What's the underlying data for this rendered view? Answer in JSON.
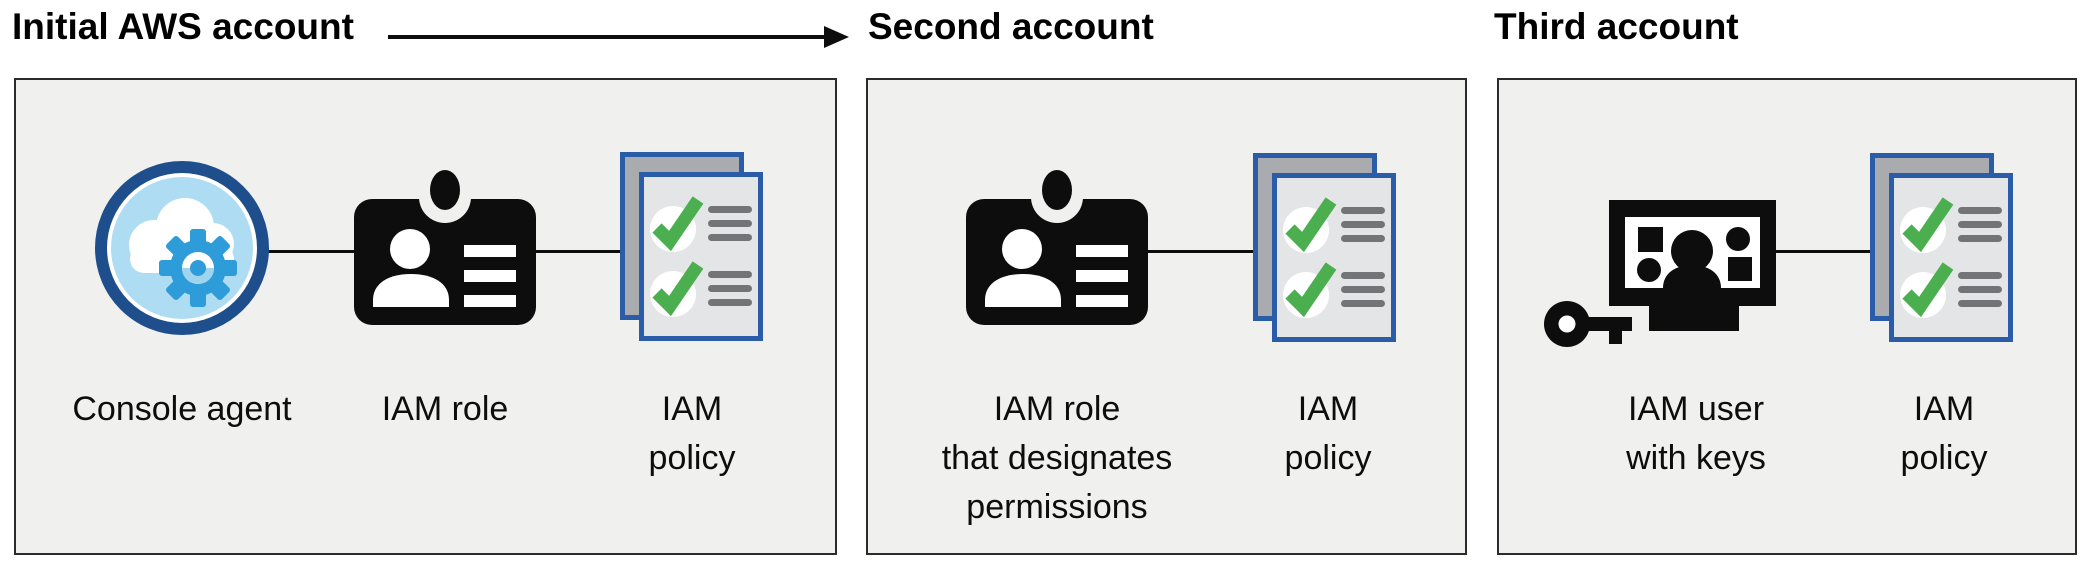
{
  "headings": {
    "first": "Initial AWS account",
    "second": "Second account",
    "third": "Third account"
  },
  "panels": {
    "first": {
      "title": "Initial AWS account",
      "items": {
        "console_agent": {
          "icon": "console-agent-icon",
          "label": "Console agent"
        },
        "iam_role": {
          "icon": "iam-role-icon",
          "label": "IAM role"
        },
        "iam_policy": {
          "icon": "iam-policy-icon",
          "label": "IAM policy"
        }
      }
    },
    "second": {
      "title": "Second account",
      "items": {
        "iam_role": {
          "icon": "iam-role-icon",
          "label": "IAM role\nthat designates\npermissions"
        },
        "iam_policy": {
          "icon": "iam-policy-icon",
          "label": "IAM policy"
        }
      }
    },
    "third": {
      "title": "Third account",
      "items": {
        "iam_user": {
          "icon": "iam-user-keys-icon",
          "label": "IAM user\nwith keys"
        },
        "iam_policy": {
          "icon": "iam-policy-icon",
          "label": "IAM policy"
        }
      }
    }
  },
  "icons": {
    "flow_arrow": "flow-arrow-icon"
  },
  "colors": {
    "panel_background": "#F0F0EF",
    "panel_border": "#2B2B2B",
    "icon_black": "#0D0D0D",
    "console_agent_ring": "#1F4E8C",
    "console_agent_fill": "#AEDCF3",
    "console_agent_gear": "#2D9CD8",
    "policy_border": "#2A5CA8",
    "policy_back_fill": "#A9ABAE",
    "policy_front_fill": "#E4E5E6",
    "policy_check_green": "#4BAE4F",
    "policy_text_line": "#737477"
  }
}
